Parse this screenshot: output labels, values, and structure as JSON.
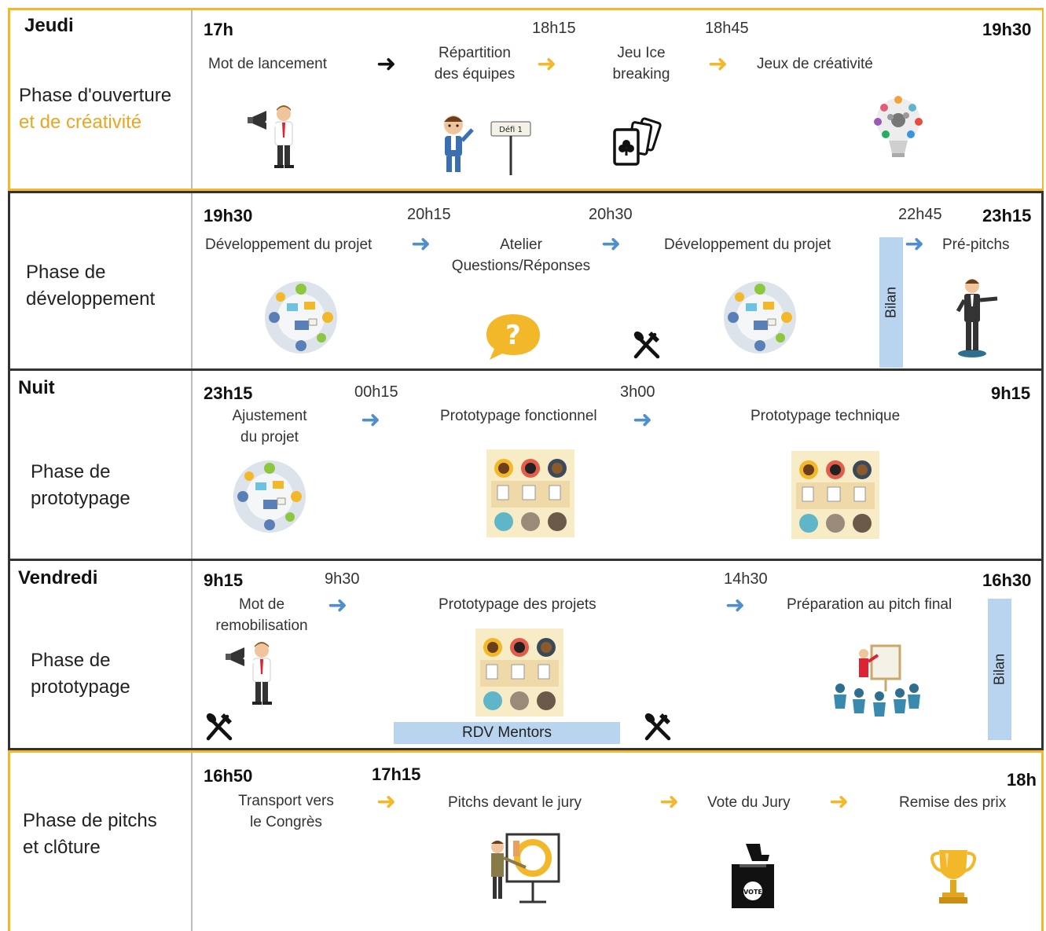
{
  "rows": [
    {
      "day": "Jeudi",
      "phase_line1": "Phase d'ouverture",
      "phase_line2": "et de créativité",
      "times": [
        "17h",
        "18h15",
        "18h45",
        "19h30"
      ],
      "activities": [
        "Mot de lancement",
        "Répartition\ndes équipes",
        "Jeu Ice\nbreaking",
        "Jeux de créativité"
      ],
      "sign_text": "Défi 1"
    },
    {
      "day": "",
      "phase_line1": "Phase de",
      "phase_line2": "développement",
      "times": [
        "19h30",
        "20h15",
        "20h30",
        "22h45",
        "23h15"
      ],
      "activities": [
        "Développement du projet",
        "Atelier\nQuestions/Réponses",
        "Développement du projet",
        "Pré-pitchs"
      ],
      "bilan": "Bilan",
      "question_mark": "?"
    },
    {
      "day": "Nuit",
      "phase_line1": "Phase de",
      "phase_line2": "prototypage",
      "times": [
        "23h15",
        "00h15",
        "3h00",
        "9h15"
      ],
      "activities": [
        "Ajustement\ndu projet",
        "Prototypage fonctionnel",
        "Prototypage technique"
      ]
    },
    {
      "day": "Vendredi",
      "phase_line1": "Phase de",
      "phase_line2": "prototypage",
      "times": [
        "9h15",
        "9h30",
        "14h30",
        "16h30"
      ],
      "activities": [
        "Mot de\nremobilisation",
        "Prototypage des projets",
        "Préparation au pitch final"
      ],
      "rdv": "RDV Mentors",
      "bilan": "Bilan"
    },
    {
      "day": "",
      "phase_line1": "Phase de pitchs",
      "phase_line2": "et clôture",
      "times": [
        "16h50",
        "17h15",
        "18h"
      ],
      "activities": [
        "Transport vers\nle Congrès",
        "Pitchs devant le jury",
        "Vote du Jury",
        "Remise des prix"
      ],
      "vote_text": "VOTE"
    }
  ],
  "colors": {
    "yellow": "#f3b829",
    "blue_arrow": "#4f8fcf",
    "bilan_bg": "#b9d4ee",
    "dark_border": "#333333"
  },
  "icons": [
    "megaphone-man-icon",
    "presenter-sign-icon",
    "playing-cards-icon",
    "idea-bulb-icon",
    "teamwork-table-icon",
    "question-bubble-icon",
    "fork-knife-icon",
    "businessman-icon",
    "meeting-table-icon",
    "presentation-group-icon",
    "pitch-board-icon",
    "ballot-box-icon",
    "trophy-icon"
  ]
}
